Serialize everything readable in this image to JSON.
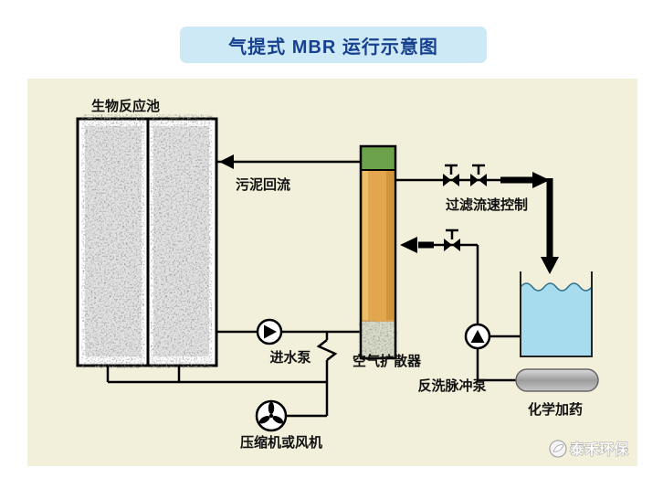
{
  "title": "气提式 MBR 运行示意图",
  "colors": {
    "title_bg": "#cde9f6",
    "title_text": "#17418f",
    "canvas": "#f2efda",
    "membrane_body": "#e2a64e",
    "membrane_cap": "#6da24c",
    "water": "#a7dbee",
    "capsule": "#b8b8b8",
    "line": "#000000"
  },
  "diagram": {
    "labels": {
      "bioreactor": "生物反应池",
      "sludge_return": "污泥回流",
      "filter_flow_control": "过滤流速控制",
      "feed_pump": "进水泵",
      "air_diffuser": "空气扩散器",
      "compressor": "压缩机或风机",
      "backwash_pump": "反洗脉冲泵",
      "chemical_dosing": "化学加药"
    },
    "watermark": "泰禾环保"
  }
}
